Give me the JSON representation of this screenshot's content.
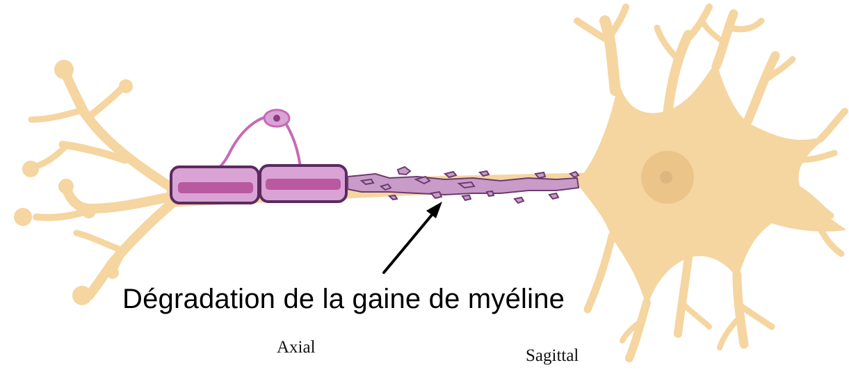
{
  "annotation": {
    "text": "Dégradation de la gaine de myéline"
  },
  "view_labels": {
    "axial": "Axial",
    "sagittal": "Sagittal"
  },
  "colors": {
    "neuron_fill": "#F5D5A0",
    "neuron_nucleus": "#EBC48A",
    "nucleolus": "#DDB57E",
    "myelin_fill": "#D9A3D6",
    "myelin_outline": "#5B2A5F",
    "myelin_inner": "#B9599F",
    "oligodendrocyte": "#C56BB6",
    "debris_fill": "#C89BC9",
    "arrow": "#000000"
  },
  "icons": {
    "arrow": "arrow-up-right-icon"
  }
}
